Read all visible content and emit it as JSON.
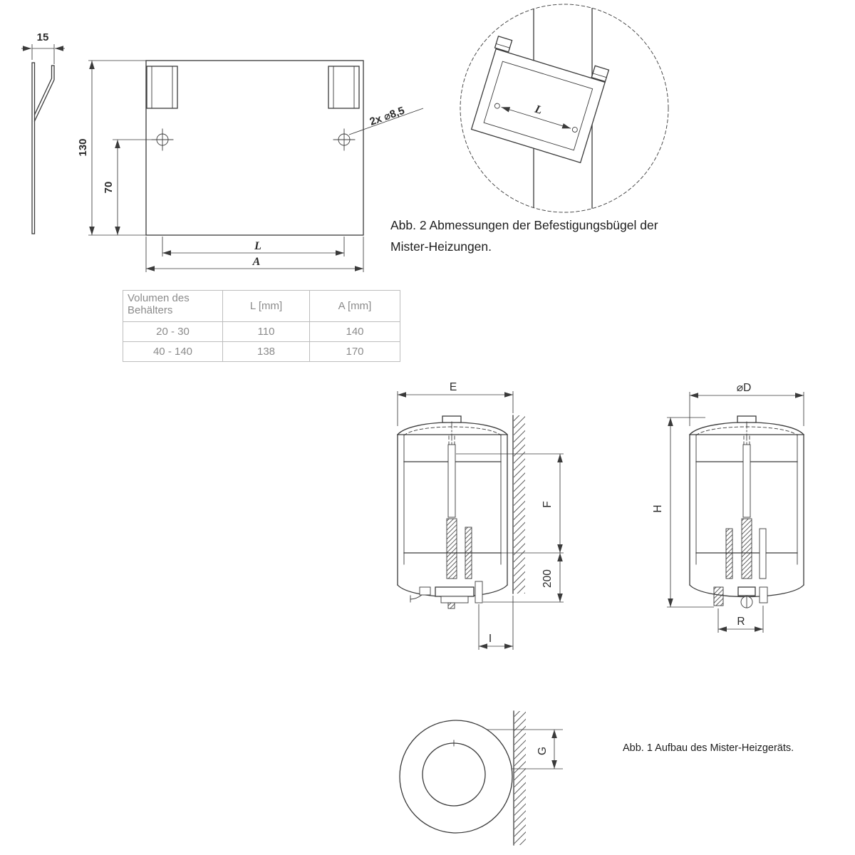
{
  "captions": {
    "fig2": "Abb. 2 Abmessungen der Befestigungsbügel der Mister-Heizungen.",
    "fig1": "Abb. 1 Aufbau des Mister-Heizgeräts."
  },
  "bracket_side": {
    "dim_depth": "15"
  },
  "bracket_front": {
    "dim_height": "130",
    "dim_hole_offset": "70",
    "dim_hole_spacing": "L",
    "dim_width": "A",
    "holes_note": "2x ⌀8,5"
  },
  "bracket_iso": {
    "dim_length": "L"
  },
  "table": {
    "headers": [
      "Volumen des Behälters",
      "L [mm]",
      "A [mm]"
    ],
    "rows": [
      {
        "volume": "20 - 30",
        "l_mm": "110",
        "a_mm": "140"
      },
      {
        "volume": "40 - 140",
        "l_mm": "138",
        "a_mm": "170"
      }
    ]
  },
  "heater_front": {
    "dim_width": "E",
    "dim_element_span": "F",
    "dim_lower": "200",
    "dim_wall_offset": "I"
  },
  "heater_side": {
    "dim_diameter": "⌀D",
    "dim_height": "H",
    "dim_ports": "R"
  },
  "heater_top": {
    "dim_gap": "G"
  },
  "colors": {
    "line": "#3a3a3a",
    "caption_text": "#1d1d1d",
    "table_text": "#8b8b8b",
    "table_border": "#bdbdbd",
    "background": "#ffffff"
  }
}
